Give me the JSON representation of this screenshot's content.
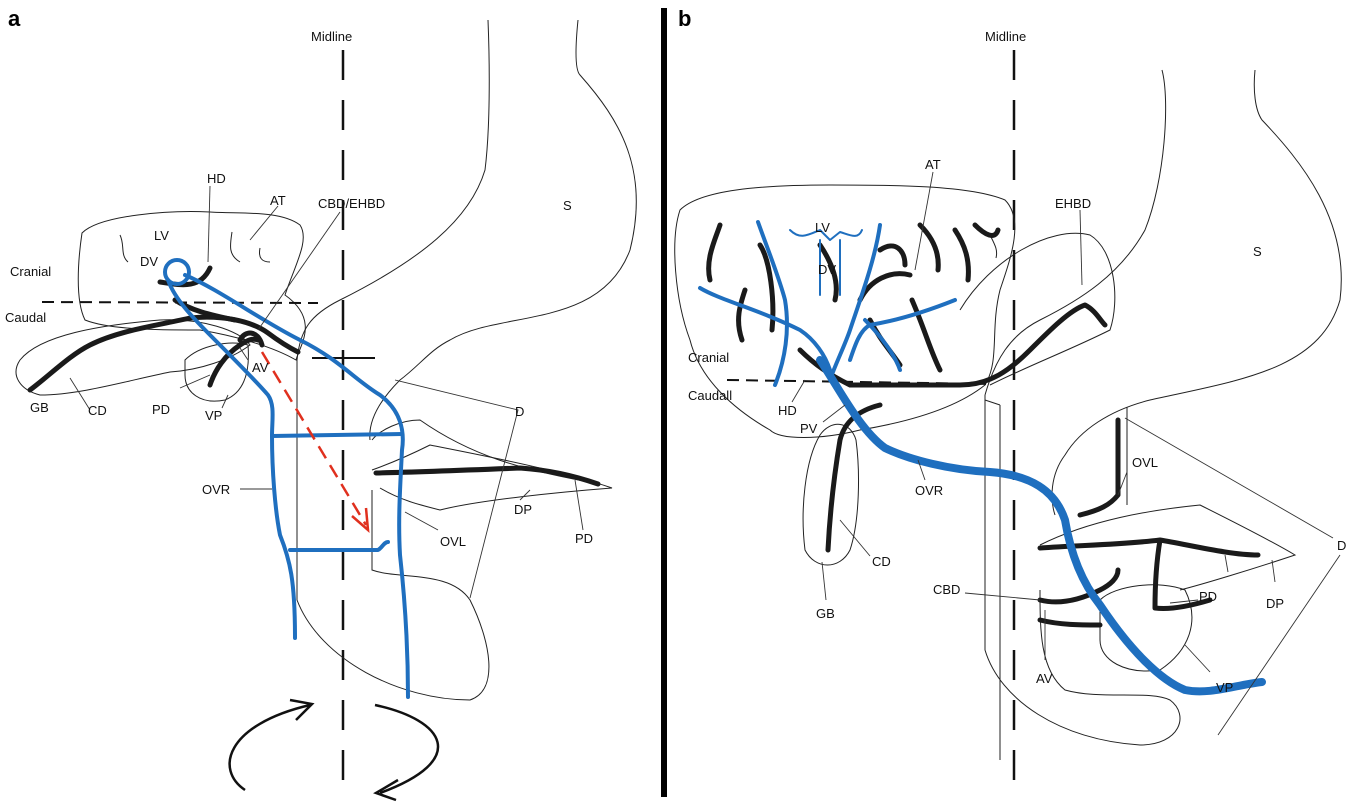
{
  "panels": [
    {
      "letter": "a",
      "midline_label": "Midline",
      "labels": {
        "hd": "HD",
        "at": "AT",
        "cbd_ehbd": "CBD/EHBD",
        "lv": "LV",
        "cranial": "Cranial",
        "dv": "DV",
        "caudal": "Caudal",
        "av": "AV",
        "gb": "GB",
        "cd": "CD",
        "pd_left": "PD",
        "vp": "VP",
        "ovr": "OVR",
        "d": "D",
        "ovl": "OVL",
        "dp": "DP",
        "pd_right": "PD",
        "s": "S"
      }
    },
    {
      "letter": "b",
      "midline_label": "Midline",
      "labels": {
        "at": "AT",
        "lv": "LV",
        "ehbd": "EHBD",
        "s": "S",
        "dv": "DV",
        "cranial": "Cranial",
        "caudal": "Caudall",
        "hd": "HD",
        "pv": "PV",
        "ovl": "OVL",
        "ovr": "OVR",
        "d": "D",
        "cd": "CD",
        "pd": "PD",
        "dp": "DP",
        "cbd": "CBD",
        "gb": "GB",
        "av": "AV",
        "vp": "VP"
      }
    }
  ],
  "colors": {
    "vein": "#1f6fbf",
    "duct": "#1a1a1a",
    "arrow": "#e0301e",
    "outline": "#222222"
  }
}
